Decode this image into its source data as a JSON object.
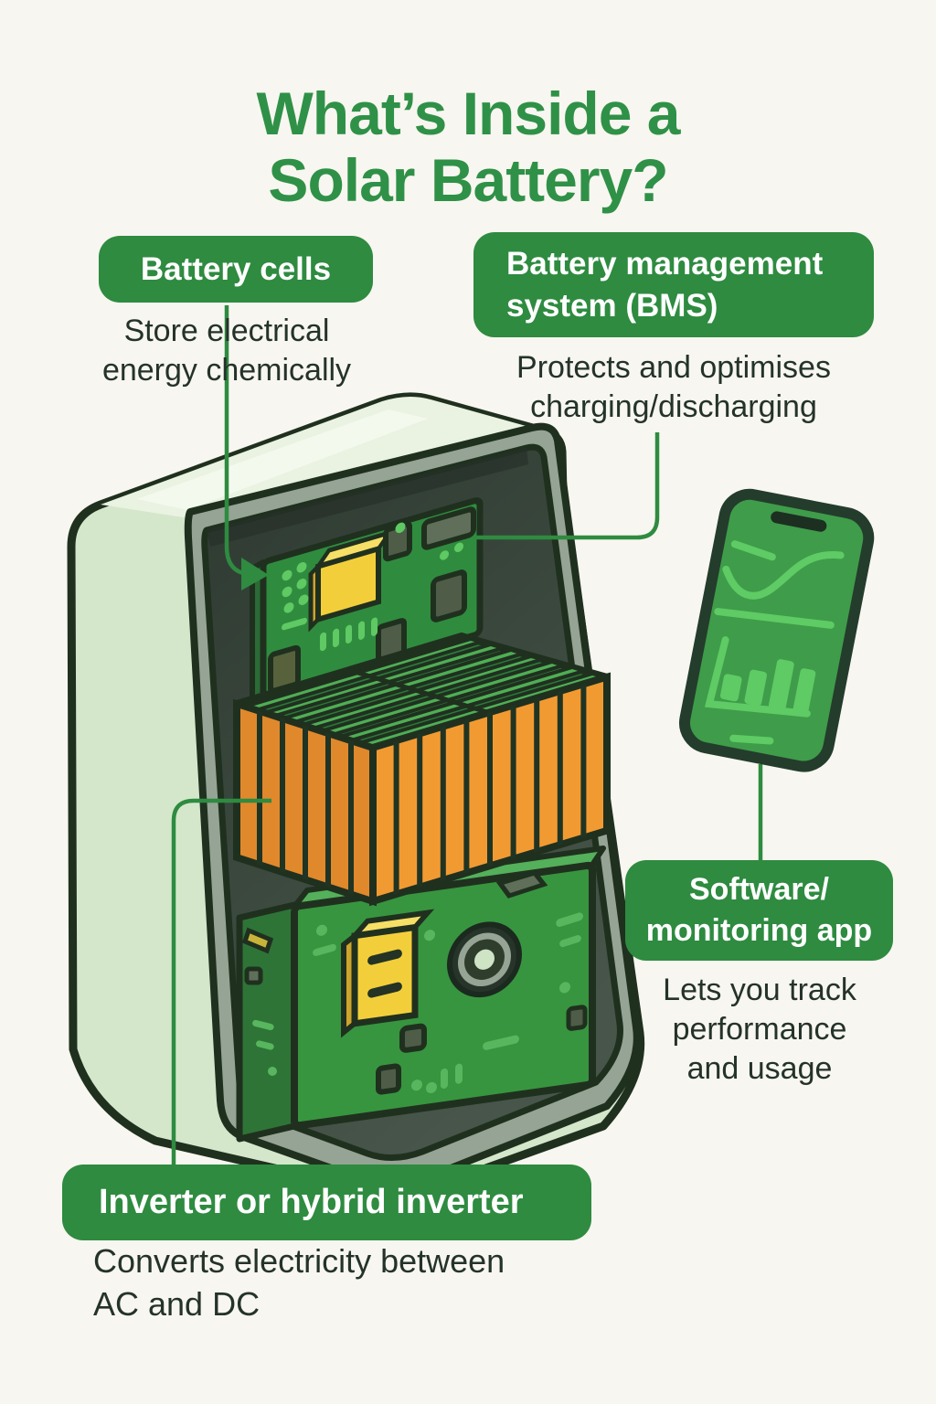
{
  "title": {
    "line1": "What’s Inside a",
    "line2": "Solar Battery?"
  },
  "callouts": {
    "battery_cells": {
      "label": "Battery cells",
      "desc_lines": [
        "Store electrical",
        "energy chemically"
      ]
    },
    "bms": {
      "label_lines": [
        "Battery management",
        "system (BMS)"
      ],
      "desc_lines": [
        "Protects and optimises",
        "charging/discharging"
      ]
    },
    "software": {
      "label_lines": [
        "Software/",
        "monitoring app"
      ],
      "desc_lines": [
        "Lets you track",
        "performance",
        "and usage"
      ]
    },
    "inverter": {
      "label": "Inverter or hybrid inverter",
      "desc_lines": [
        "Converts electricity between",
        "AC and DC"
      ]
    }
  },
  "illustration": {
    "parts": [
      "battery-enclosure-icon",
      "bms-circuit-board-icon",
      "battery-cell-stack-icon",
      "inverter-circuit-board-icon",
      "monitoring-phone-icon"
    ]
  },
  "colors": {
    "background": "#f8f6f0",
    "title_green": "#2f9147",
    "pill_green": "#2e8b40",
    "connector_green": "#2e8b40",
    "body_text": "#24332a",
    "outline": "#20301f",
    "shell_pale_green": "#d5e7cb",
    "pcb_green": "#2f8c3e",
    "cell_orange": "#f29a32",
    "chip_yellow": "#f2cf3a",
    "phone_screen_green": "#3f9c4a",
    "phone_ui_green": "#5ecb64"
  }
}
